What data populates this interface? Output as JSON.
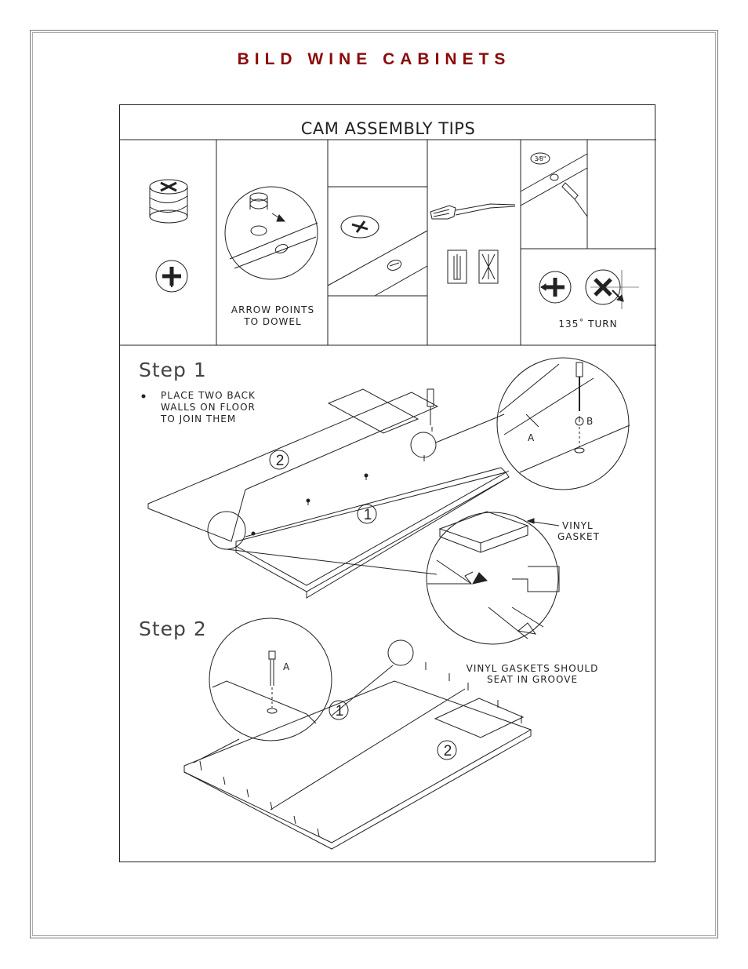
{
  "brand": "BILD WINE CABINETS",
  "tips": {
    "title": "CAM ASSEMBLY TIPS",
    "caption_arrow_line1": "ARROW POINTS",
    "caption_arrow_line2": "TO DOWEL",
    "caption_turn": "135˚ TURN"
  },
  "step1": {
    "label": "Step 1",
    "bullet_line1": "PLACE TWO BACK",
    "bullet_line2": "WALLS ON FLOOR",
    "bullet_line3": "TO JOIN THEM",
    "panel_1": "1",
    "panel_2": "2",
    "callout_a": "A",
    "callout_b": "B",
    "gasket_line1": "VINYL",
    "gasket_line2": "GASKET"
  },
  "step2": {
    "label": "Step 2",
    "note_line1": "VINYL GASKETS SHOULD",
    "note_line2": "SEAT IN GROOVE",
    "panel_1": "1",
    "panel_2": "2",
    "callout_a": "A"
  }
}
